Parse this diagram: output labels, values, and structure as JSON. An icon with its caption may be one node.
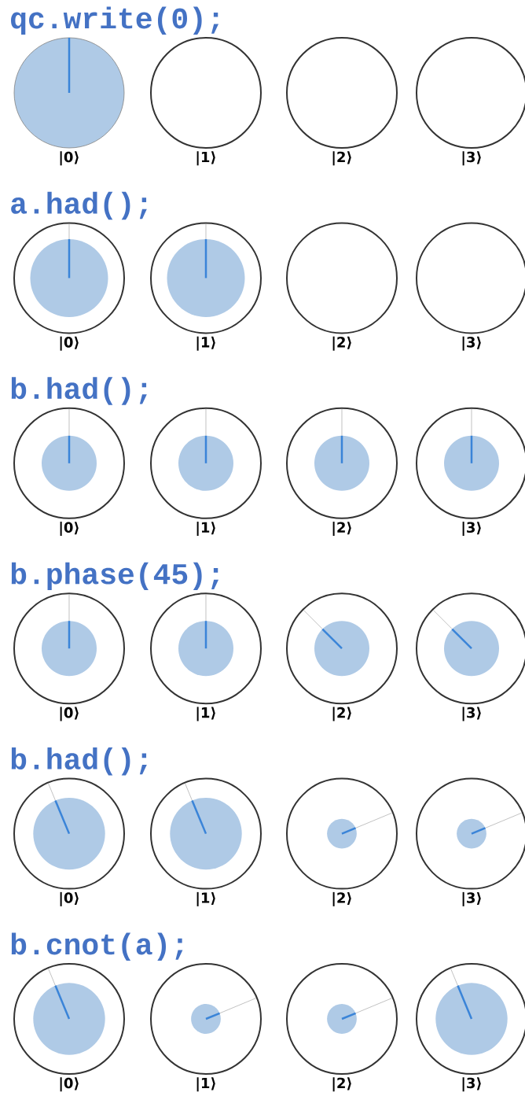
{
  "diagram": {
    "nodes": [
      {
        "text": [],
        "shape": "circle",
        "beside": [
          "|0⟩"
        ]
      },
      {
        "text": [],
        "shape": "circle",
        "beside": [
          "|1⟩"
        ]
      },
      {
        "text": [],
        "shape": "circle",
        "beside": [
          "|2⟩"
        ]
      },
      {
        "text": [],
        "shape": "circle",
        "beside": [
          "|3⟩"
        ]
      },
      {
        "text": [],
        "shape": "circle",
        "beside": [
          "|0⟩"
        ]
      },
      {
        "text": [],
        "shape": "circle",
        "beside": [
          "|1⟩"
        ]
      },
      {
        "text": [],
        "shape": "circle",
        "beside": [
          "|2⟩"
        ]
      },
      {
        "text": [],
        "shape": "circle",
        "beside": [
          "|3⟩"
        ]
      },
      {
        "text": [],
        "shape": "circle",
        "beside": [
          "|0⟩"
        ]
      },
      {
        "text": [],
        "shape": "circle",
        "beside": [
          "|1⟩"
        ]
      },
      {
        "text": [],
        "shape": "circle",
        "beside": [
          "|2⟩"
        ]
      },
      {
        "text": [],
        "shape": "circle",
        "beside": [
          "|3⟩"
        ]
      },
      {
        "text": [],
        "shape": "circle",
        "beside": [
          "|0⟩"
        ]
      },
      {
        "text": [],
        "shape": "circle",
        "beside": [
          "|1⟩"
        ]
      },
      {
        "text": [],
        "shape": "circle",
        "beside": [
          "|2⟩"
        ]
      },
      {
        "text": [],
        "shape": "circle",
        "beside": [
          "|3⟩"
        ]
      },
      {
        "text": [],
        "shape": "circle",
        "beside": [
          "|0⟩"
        ]
      },
      {
        "text": [],
        "shape": "circle",
        "beside": [
          "|1⟩"
        ]
      },
      {
        "text": [],
        "shape": "circle",
        "beside": [
          "|2⟩"
        ]
      },
      {
        "text": [],
        "shape": "circle",
        "beside": [
          "|3⟩"
        ]
      },
      {
        "text": [],
        "shape": "circle",
        "beside": [
          "|0⟩"
        ]
      },
      {
        "text": [],
        "shape": "circle",
        "beside": [
          "|1⟩"
        ]
      },
      {
        "text": [],
        "shape": "circle",
        "beside": [
          "|2⟩"
        ]
      },
      {
        "text": [],
        "shape": "circle",
        "beside": [
          "|3⟩"
        ]
      }
    ],
    "labels": [
      "qc.write(0);",
      "a.had();",
      "b.had();",
      "b.phase(45);",
      "b.had();",
      "b.cnot(a);"
    ]
  }
}
